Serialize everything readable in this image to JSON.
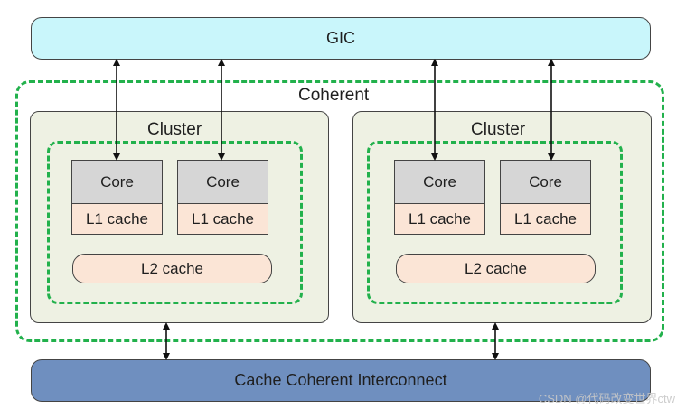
{
  "gic": {
    "label": "GIC"
  },
  "coherent": {
    "label": "Coherent"
  },
  "clusters": [
    {
      "label": "Cluster",
      "cores": [
        {
          "core_label": "Core",
          "cache_label": "L1 cache"
        },
        {
          "core_label": "Core",
          "cache_label": "L1 cache"
        }
      ],
      "l2_label": "L2 cache"
    },
    {
      "label": "Cluster",
      "cores": [
        {
          "core_label": "Core",
          "cache_label": "L1 cache"
        },
        {
          "core_label": "Core",
          "cache_label": "L1 cache"
        }
      ],
      "l2_label": "L2 cache"
    }
  ],
  "interconnect": {
    "label": "Cache Coherent Interconnect"
  },
  "watermark": {
    "text": "CSDN @代码改变世界ctw"
  },
  "colors": {
    "gic_fill": "#c9f6fb",
    "coherent_dash": "#22b14c",
    "cluster_fill": "#eef1e3",
    "core_fill": "#d6d6d6",
    "cache_fill": "#fbe5d6",
    "interconnect_fill": "#6f8fbf"
  }
}
